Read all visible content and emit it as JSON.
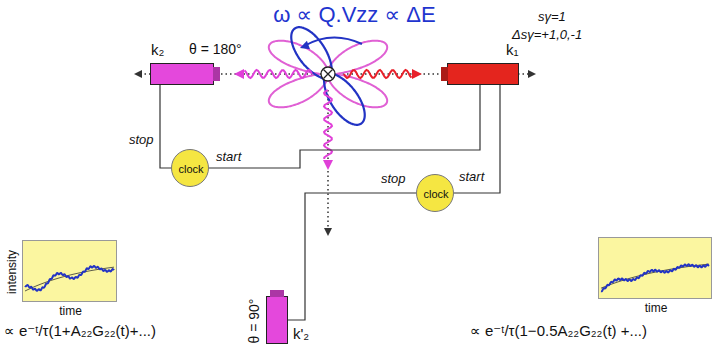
{
  "diagram": {
    "title": "ω ∝ Q.Vzz ∝ ΔE",
    "nodes": [
      {
        "text": [
          "k₂",
          "θ = 180°"
        ]
      },
      {
        "text": [
          "k₁"
        ]
      },
      {
        "text": [
          "k'₂",
          "θ = 90°"
        ]
      },
      {
        "text": [
          "clock"
        ]
      },
      {
        "text": [
          "clock"
        ]
      },
      {
        "text": [
          "intensity",
          "time"
        ]
      },
      {
        "text": [
          "time"
        ]
      }
    ],
    "edges": [
      {
        "from": 0,
        "to": 3,
        "arrow": "none",
        "label": "stop"
      },
      {
        "from": 1,
        "to": 3,
        "arrow": "none",
        "label": "start"
      },
      {
        "from": 1,
        "to": 4,
        "arrow": "none",
        "label": "start"
      },
      {
        "from": 2,
        "to": 4,
        "arrow": "none",
        "label": "stop"
      }
    ],
    "labels": [
      "sγ=1",
      "Δsγ=+1,0,-1",
      "∝ e⁻ᵗ/τ(1+A₂₂G₂₂(t)+...)",
      "∝ e⁻ᵗ/τ(1−0.5A₂₂G₂₂(t) +...)"
    ]
  }
}
